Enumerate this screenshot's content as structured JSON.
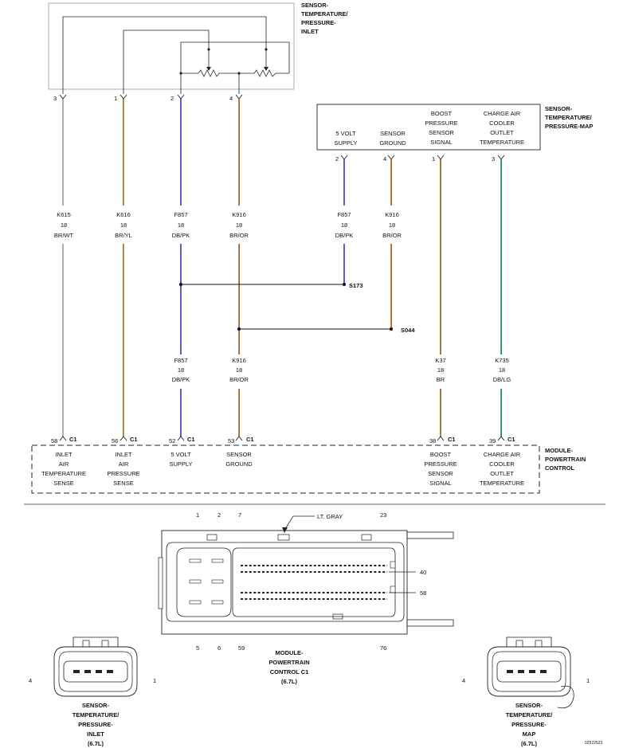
{
  "components": {
    "inlet_sensor_title": [
      "SENSOR-",
      "TEMPERATURE/",
      "PRESSURE-",
      "INLET"
    ],
    "map_sensor_title": [
      "SENSOR-",
      "TEMPERATURE/",
      "PRESSURE-MAP"
    ],
    "pcm_title": [
      "MODULE-",
      "POWERTRAIN",
      "CONTROL"
    ]
  },
  "inlet_pins": [
    "3",
    "1",
    "2",
    "4"
  ],
  "map_box": {
    "labels": [
      [
        "5 VOLT",
        "SUPPLY"
      ],
      [
        "SENSOR",
        "GROUND"
      ],
      [
        "BOOST",
        "PRESSURE",
        "SENSOR",
        "SIGNAL"
      ],
      [
        "CHARGE AIR",
        "COOLER",
        "OUTLET",
        "TEMPERATURE"
      ]
    ],
    "pins": [
      "2",
      "4",
      "1",
      "3"
    ]
  },
  "wires_upper": [
    {
      "circuit": "K615",
      "gauge": "18",
      "color": "BR/WT"
    },
    {
      "circuit": "K616",
      "gauge": "18",
      "color": "BR/YL"
    },
    {
      "circuit": "F857",
      "gauge": "18",
      "color": "DB/PK"
    },
    {
      "circuit": "K916",
      "gauge": "18",
      "color": "BR/OR"
    },
    {
      "circuit": "F857",
      "gauge": "18",
      "color": "DB/PK"
    },
    {
      "circuit": "K916",
      "gauge": "18",
      "color": "BR/OR"
    }
  ],
  "wires_lower": [
    {
      "circuit": "F857",
      "gauge": "18",
      "color": "DB/PK"
    },
    {
      "circuit": "K916",
      "gauge": "18",
      "color": "BR/OR"
    },
    {
      "circuit": "K37",
      "gauge": "18",
      "color": "BR"
    },
    {
      "circuit": "K735",
      "gauge": "18",
      "color": "DB/LG"
    }
  ],
  "splices": [
    "S173",
    "S044"
  ],
  "pcm_pins": [
    {
      "pin": "58",
      "conn": "C1",
      "label": [
        "INLET",
        "AIR",
        "TEMPERATURE",
        "SENSE"
      ]
    },
    {
      "pin": "56",
      "conn": "C1",
      "label": [
        "INLET",
        "AIR",
        "PRESSURE",
        "SENSE"
      ]
    },
    {
      "pin": "52",
      "conn": "C1",
      "label": [
        "5 VOLT",
        "SUPPLY"
      ]
    },
    {
      "pin": "53",
      "conn": "C1",
      "label": [
        "SENSOR",
        "GROUND"
      ]
    },
    {
      "pin": "38",
      "conn": "C1",
      "label": [
        "BOOST",
        "PRESSURE",
        "SENSOR",
        "SIGNAL"
      ]
    },
    {
      "pin": "39",
      "conn": "C1",
      "label": [
        "CHARGE AIR",
        "COOLER",
        "OUTLET",
        "TEMPERATURE"
      ]
    }
  ],
  "pcm_connector": {
    "top_pins": [
      "1",
      "2",
      "7",
      "23"
    ],
    "bottom_pins": [
      "5",
      "6",
      "59",
      "76"
    ],
    "side_pins": [
      "40",
      "58"
    ],
    "color_note": "LT. GRAY",
    "title": [
      "MODULE-",
      "POWERTRAIN",
      "CONTROL C1",
      "(6.7L)"
    ]
  },
  "inlet_connector": {
    "pin_left": "4",
    "pin_right": "1",
    "title": [
      "SENSOR-",
      "TEMPERATURE/",
      "PRESSURE-",
      "INLET",
      "(6.7L)"
    ]
  },
  "map_connector": {
    "pin_left": "4",
    "pin_right": "1",
    "title": [
      "SENSOR-",
      "TEMPERATURE/",
      "PRESSURE-",
      "MAP",
      "(6.7L)"
    ]
  },
  "figure_id": "02522523",
  "colors": {
    "gray": "#9a9a9a",
    "tan": "#b8860b",
    "purple": "#4b2aa8",
    "orange": "#c4661a",
    "brown": "#8b5a14",
    "green": "#1f9a7a"
  }
}
